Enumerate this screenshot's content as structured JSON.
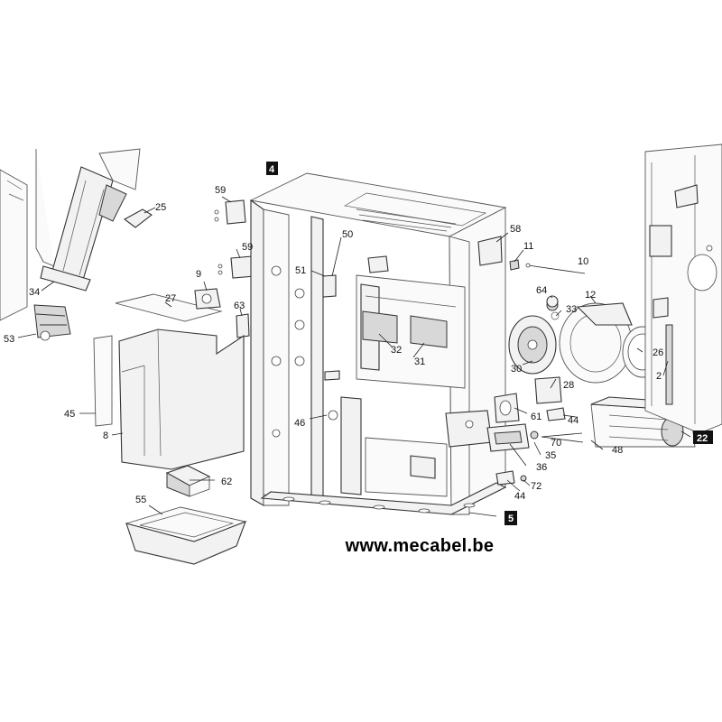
{
  "website": "www.mecabel.be",
  "callouts": {
    "c2": "2",
    "c4": "4",
    "c5": "5",
    "c8": "8",
    "c9": "9",
    "c10": "10",
    "c11": "11",
    "c12": "12",
    "c22": "22",
    "c25": "25",
    "c26": "26",
    "c27": "27",
    "c28": "28",
    "c30": "30",
    "c31": "31",
    "c32": "32",
    "c33": "33",
    "c34": "34",
    "c35": "35",
    "c36": "36",
    "c44a": "44",
    "c44b": "44",
    "c45": "45",
    "c46": "46",
    "c48": "48",
    "c50": "50",
    "c51": "51",
    "c53": "53",
    "c55": "55",
    "c58": "58",
    "c59a": "59",
    "c59b": "59",
    "c61": "61",
    "c62": "62",
    "c63": "63",
    "c64": "64",
    "c70": "70",
    "c72": "72"
  }
}
